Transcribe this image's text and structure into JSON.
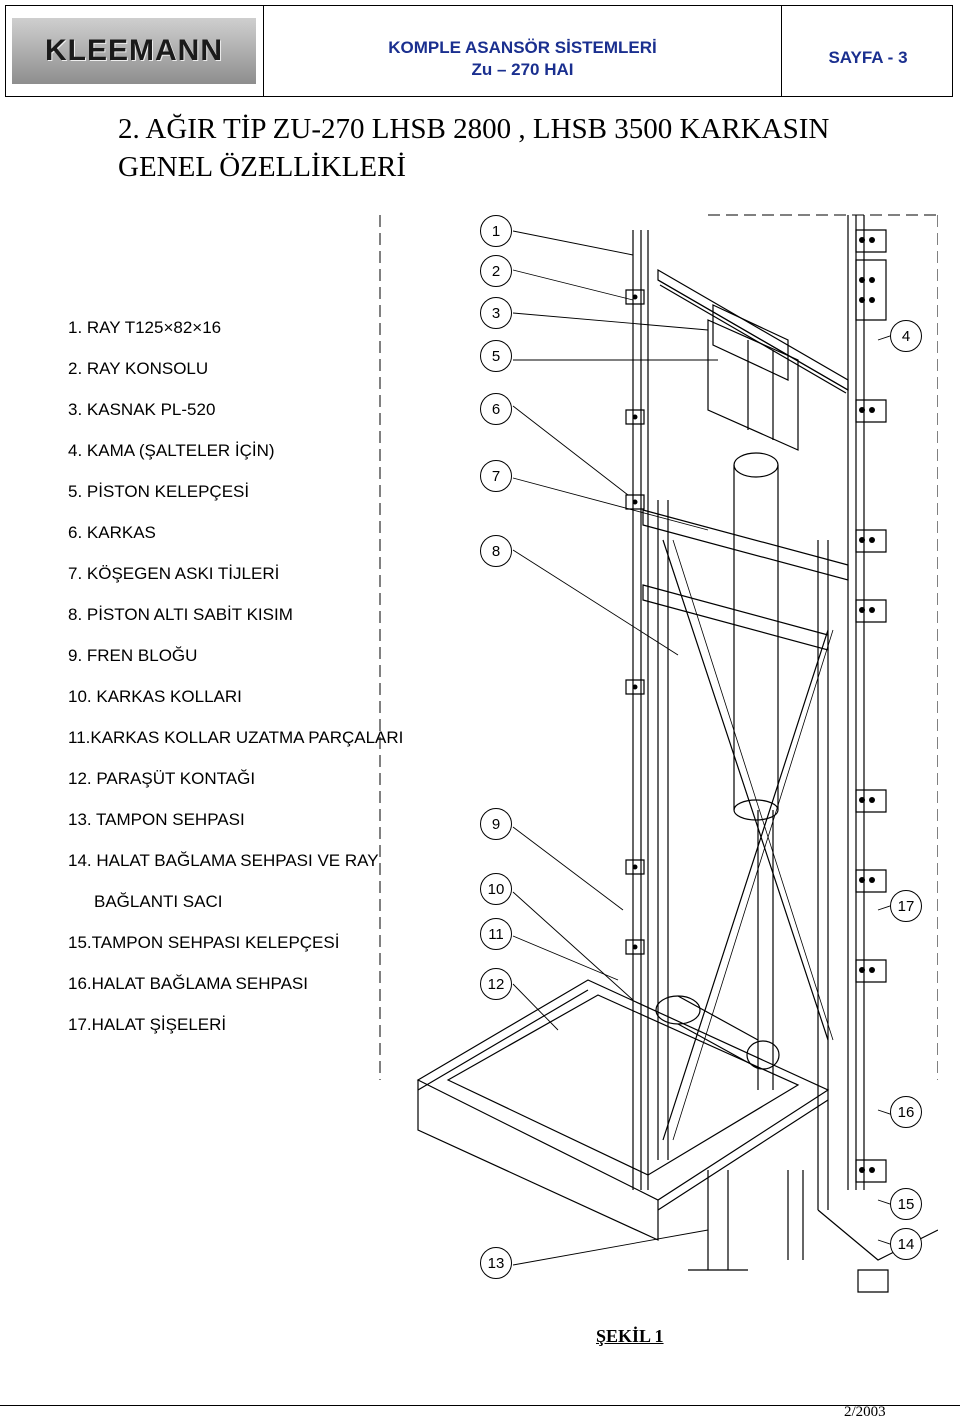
{
  "header": {
    "logo_text": "KLEEMANN",
    "title_line1": "KOMPLE ASANSÖR SİSTEMLERİ",
    "title_line2": "Zu – 270 HAI",
    "page_label": "SAYFA - 3"
  },
  "section": {
    "title_line1": "2.   AĞIR TİP ZU-270 LHSB 2800 , LHSB 3500 KARKASIN",
    "title_line2": "GENEL ÖZELLİKLERİ"
  },
  "legend": [
    "1.  RAY T125×82×16",
    "2.  RAY KONSOLU",
    "3.  KASNAK PL-520",
    "4.  KAMA (ŞALTELER İÇİN)",
    "5.  PİSTON KELEPÇESİ",
    "6.  KARKAS",
    "7.  KÖŞEGEN ASKI TİJLERİ",
    "8.  PİSTON ALTI SABİT KISIM",
    "9.  FREN BLOĞU",
    "10. KARKAS KOLLARI",
    "11.KARKAS KOLLAR UZATMA PARÇALARI",
    "12. PARAŞÜT KONTAĞI",
    "13. TAMPON SEHPASI",
    "14. HALAT BAĞLAMA SEHPASI VE RAY",
    "BAĞLANTI SACI",
    "15.TAMPON SEHPASI KELEPÇESİ",
    "16.HALAT BAĞLAMA SEHPASI",
    "17.HALAT ŞİŞELERİ"
  ],
  "callouts": [
    "1",
    "2",
    "3",
    "5",
    "6",
    "7",
    "8",
    "4",
    "9",
    "10",
    "11",
    "12",
    "17",
    "16",
    "15",
    "14",
    "13"
  ],
  "figure_caption": "ŞEKİL 1",
  "footer_date": "2/2003"
}
